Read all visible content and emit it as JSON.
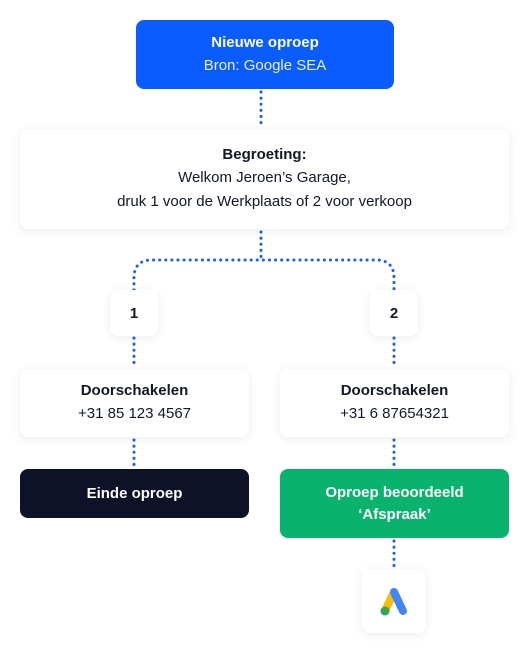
{
  "start": {
    "title": "Nieuwe oproep",
    "source": "Bron: Google SEA"
  },
  "greeting": {
    "title": "Begroeting:",
    "line1": "Welkom Jeroen’s Garage,",
    "line2": "druk 1 voor de Werkplaats of 2 voor verkoop"
  },
  "options": [
    {
      "label": "1"
    },
    {
      "label": "2"
    }
  ],
  "forwards": [
    {
      "title": "Doorschakelen",
      "number": "+31 85 123 4567"
    },
    {
      "title": "Doorschakelen",
      "number": "+31 6 87654321"
    }
  ],
  "end_call": {
    "label": "Einde oproep"
  },
  "rated": {
    "line1": "Oproep beoordeeld",
    "line2": "‘Afspraak’"
  },
  "colors": {
    "start_bg": "#0a5cff",
    "end_bg": "#0d1229",
    "rated_bg": "#0ab36d",
    "connector": "#1a5cff"
  },
  "icons": {
    "ads_logo": "google-ads-icon"
  }
}
